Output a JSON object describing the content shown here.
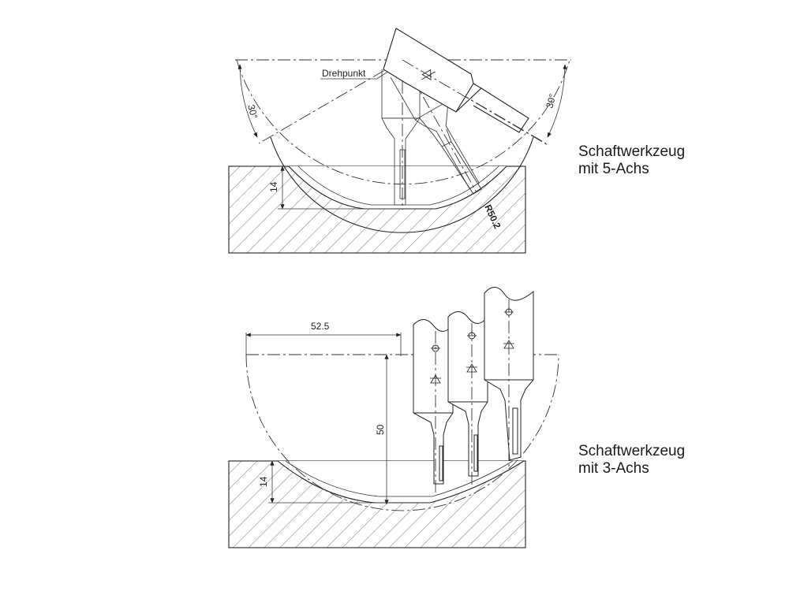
{
  "top_view": {
    "pivot_label": "Drehpunkt",
    "angle_left": "30°",
    "angle_right": "30°",
    "radius_label": "R50.2",
    "depth_label": "14",
    "caption_line1": "Schaftwerkzeug",
    "caption_line2": "mit 5-Achs"
  },
  "bottom_view": {
    "width_label": "52.5",
    "height_label": "50",
    "depth_label": "14",
    "caption_line1": "Schaftwerkzeug",
    "caption_line2": "mit 3-Achs"
  }
}
